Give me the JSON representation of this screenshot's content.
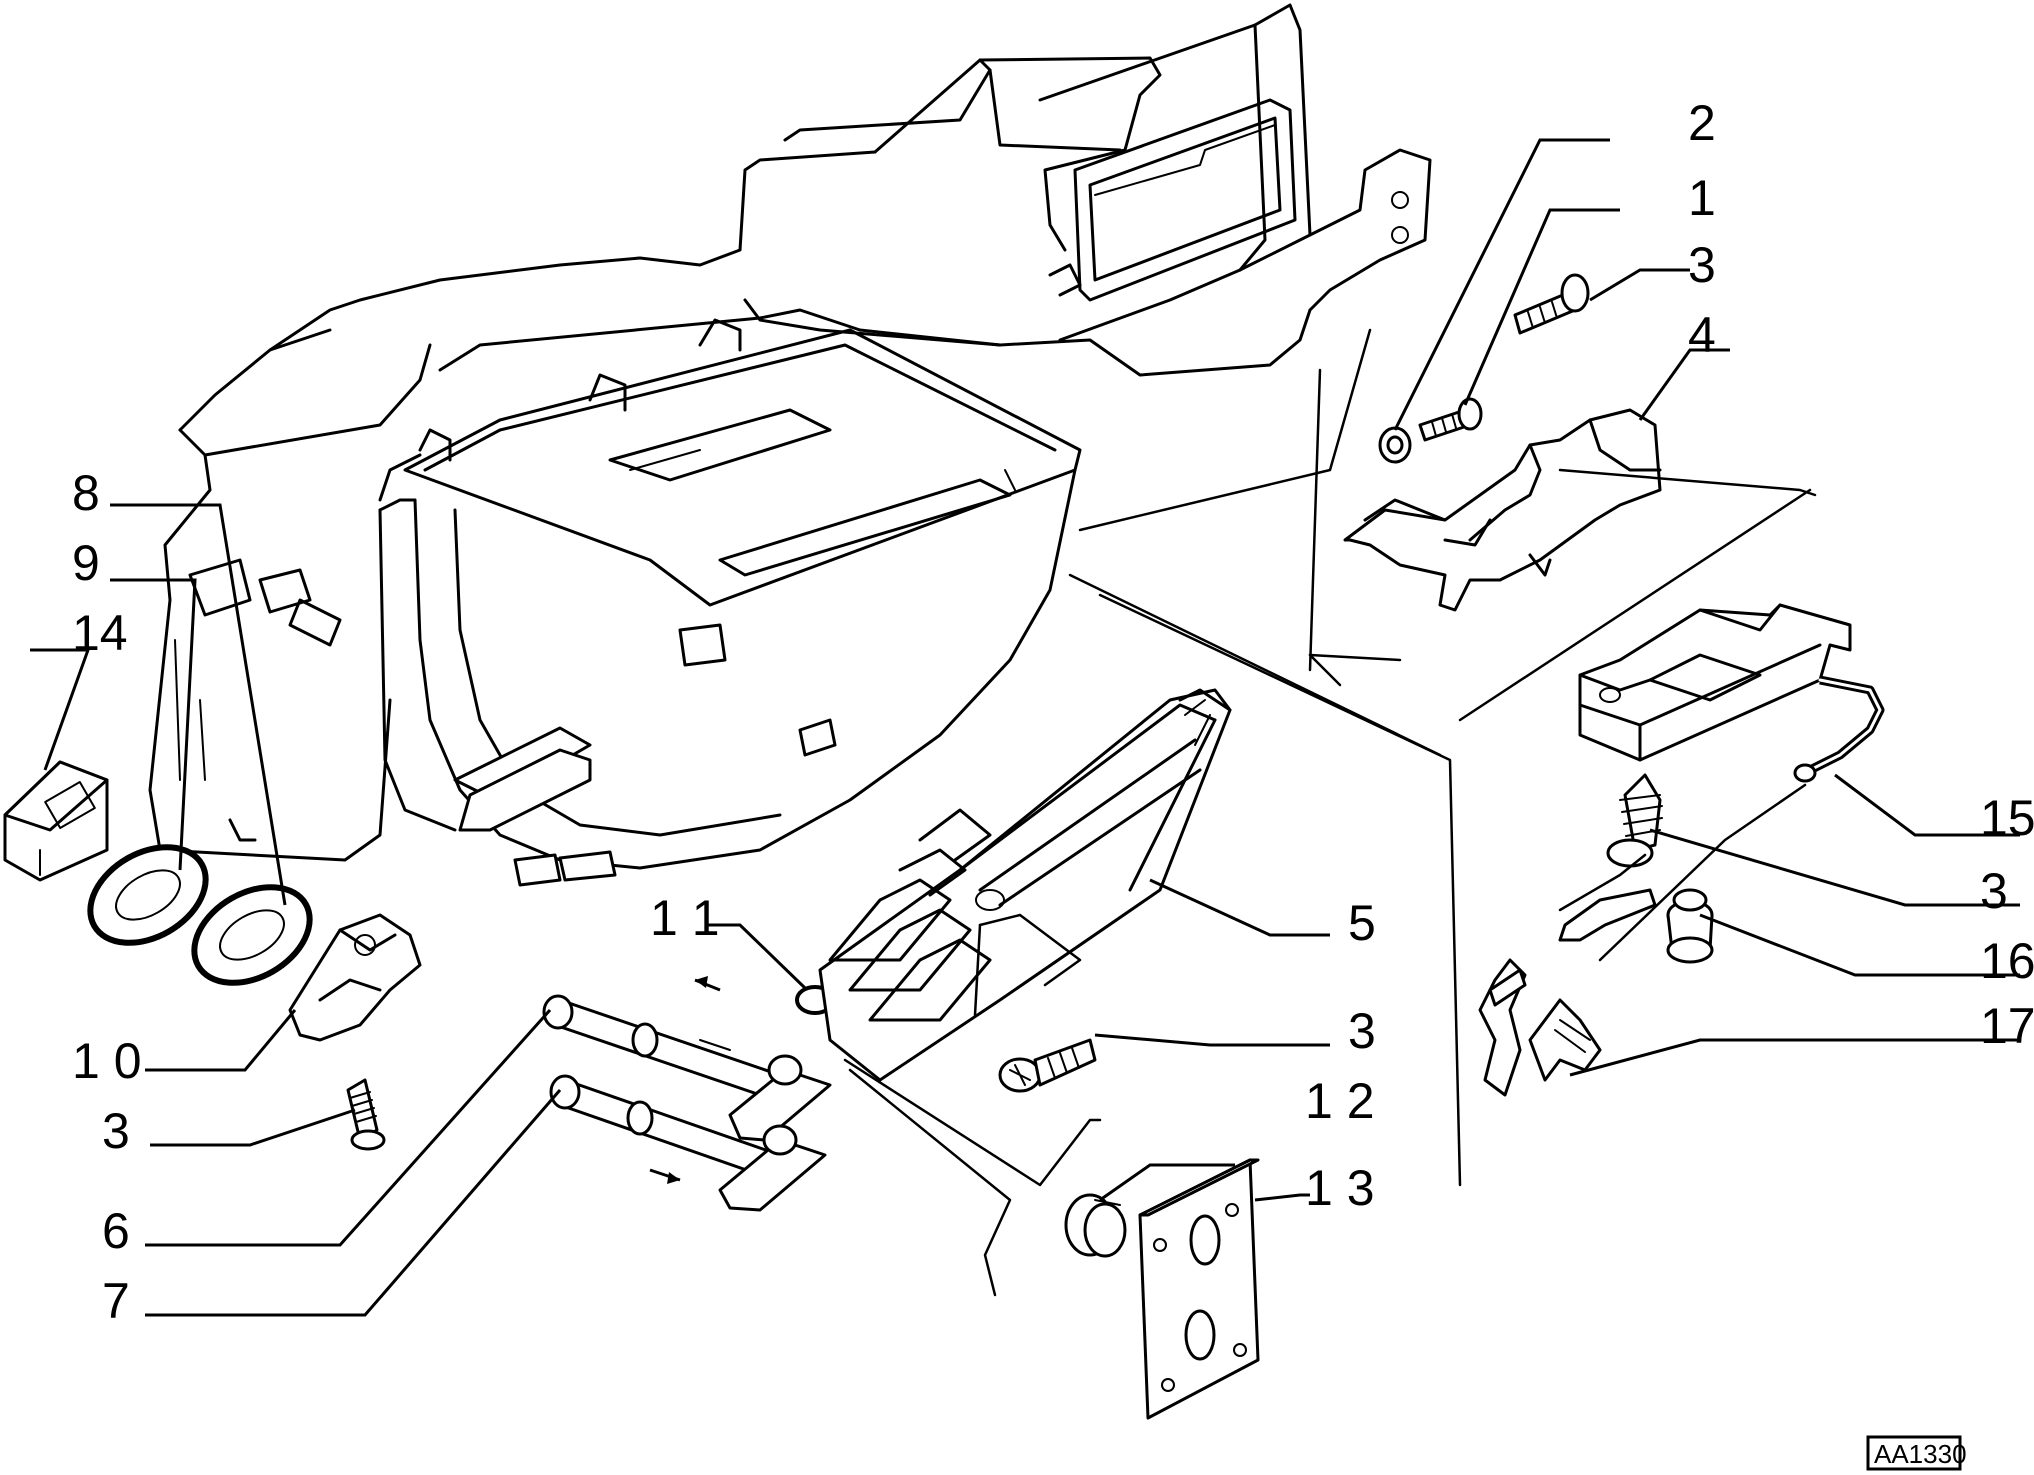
{
  "labels": [
    {
      "id": "label-2",
      "text": "2"
    },
    {
      "id": "label-1",
      "text": "1"
    },
    {
      "id": "label-3-top",
      "text": "3"
    },
    {
      "id": "label-4",
      "text": "4"
    },
    {
      "id": "label-8",
      "text": "8"
    },
    {
      "id": "label-9",
      "text": "9"
    },
    {
      "id": "label-14",
      "text": "14"
    },
    {
      "id": "label-15",
      "text": "15"
    },
    {
      "id": "label-3-right",
      "text": "3"
    },
    {
      "id": "label-5",
      "text": "5"
    },
    {
      "id": "label-16",
      "text": "16"
    },
    {
      "id": "label-11",
      "text": "1 1"
    },
    {
      "id": "label-17",
      "text": "17"
    },
    {
      "id": "label-3-mid",
      "text": "3"
    },
    {
      "id": "label-10",
      "text": "1 0"
    },
    {
      "id": "label-12",
      "text": "1 2"
    },
    {
      "id": "label-3-left",
      "text": "3"
    },
    {
      "id": "label-13",
      "text": "1 3"
    },
    {
      "id": "label-6",
      "text": "6"
    },
    {
      "id": "label-7",
      "text": "7"
    }
  ],
  "diagram_code": "AA1330"
}
